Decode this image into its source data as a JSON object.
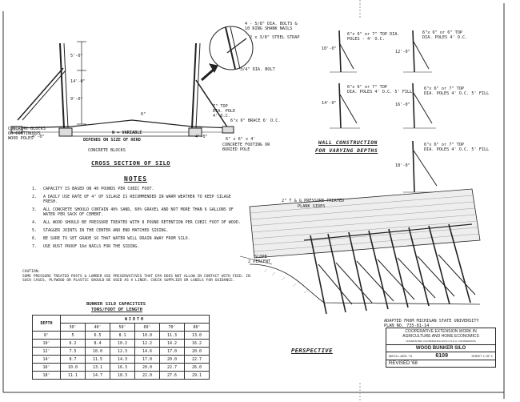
{
  "cross_section": {
    "title": "CROSS SECTION OF SILO",
    "dim_top": "5'-0\"",
    "dim_mid": "14'-0\"",
    "dim_low": "9'-0\"",
    "dim_base_left": "4'-0\"",
    "dim_base_right": "4'-0\"",
    "dim_slope": "6\"",
    "width_label": "W = VARIABLE",
    "depends_label": "DEPENDS ON SIZE OF HERD",
    "concrete_left": "CONCRETE BLOCKS",
    "concrete_left2": "OR CONTINUOUS",
    "concrete_left3": "WOOD POLES",
    "concrete_blocks": "CONCRETE BLOCKS",
    "detail_bolts": "4 - 5/8\" DIA. BOLTS &",
    "detail_nails": "10 RING SHANK NAILS",
    "detail_strap": "2 x 3/8\" STEEL STRAP",
    "detail_bolt": "3/4\" DIA. BOLT",
    "top_pole": "7\" TOP",
    "dia_pole": "DIA. POLE",
    "pole_oc": "4' O.C.",
    "brace": "6\"x 6\" BRACE 6' O.C.",
    "stake": "6\" x 6\" x 4'",
    "footing": "CONCRETE FOOTING OR",
    "buried": "BURIED POLE"
  },
  "wall_construction": {
    "title_line1": "WALL CONSTRUCTION",
    "title_line2": "FOR VARYING DEPTHS",
    "items": [
      {
        "depth": "10'-0\"",
        "spec": "6\"x 6\" or 7\" TOP DIA.",
        "spec2": "POLES - 4' O.C."
      },
      {
        "depth": "12'-0\"",
        "spec": "6\"x 6\" or 6\" TOP",
        "spec2": "DIA. POLES 4' O.C."
      },
      {
        "depth": "14'-0\"",
        "spec": "6\"x 6\" or 7\" TOP",
        "spec2": "DIA. POLES 4' O.C. 5' FILL"
      },
      {
        "depth": "16'-0\"",
        "spec": "6\"x 6\" or 7\" TOP",
        "spec2": "DIA. POLES 4' O.C. 5' FILL"
      },
      {
        "depth": "18'-0\"",
        "spec": "6\"x 6\" or 7\" TOP",
        "spec2": "DIA. POLES 4' O.C. 5' FILL"
      }
    ]
  },
  "notes": {
    "heading": "NOTES",
    "items": [
      {
        "num": "1.",
        "text": "CAPACITY IS BASED ON 40 POUNDS PER CUBIC FOOT."
      },
      {
        "num": "2.",
        "text": "A DAILY USE RATE OF 4\" OF SILAGE IS RECOMMENDED IN WARM WEATHER TO KEEP SILAGE FRESH."
      },
      {
        "num": "3.",
        "text": "ALL CONCRETE SHOULD CONTAIN 40% SAND, 60% GRAVEL AND NOT MORE THAN 6 GALLONS OF WATER PER SACK OF CEMENT."
      },
      {
        "num": "4.",
        "text": "ALL WOOD SHOULD BE PRESSURE TREATED WITH 8 POUND RETENTION PER CUBIC FOOT OF WOOD."
      },
      {
        "num": "5.",
        "text": "STAGGER JOINTS IN THE CENTER AND END MATCHED SIDING."
      },
      {
        "num": "6.",
        "text": "BE SURE TO SET GRADE SO THAT WATER WILL DRAIN AWAY FROM SILO."
      },
      {
        "num": "7.",
        "text": "USE RUST PROOF 16d NAILS FOR THE SIDING."
      }
    ]
  },
  "caution": {
    "heading": "CAUTION:",
    "text": "SOME PRESSURE TREATED POSTS & LUMBER USE PRESERVATIVES THAT EPA DOES NOT ALLOW IN CONTACT WITH FEED. IN SUCH CASES, PLYWOOD OR PLASTIC SHOULD BE USED AS A LINER. CHECK SUPPLIER OR LABELS FOR GUIDANCE."
  },
  "capacity_table": {
    "title": "BUNKER SILO CAPACITIES",
    "subtitle": "TONS/FOOT OF LENGTH",
    "depth_header": "DEPTH",
    "width_header": "WIDTH",
    "width_cols": [
      "30'",
      "40'",
      "50'",
      "60'",
      "70'",
      "80'"
    ],
    "rows": [
      {
        "depth": "8'",
        "vals": [
          "5",
          "6.5",
          "8.1",
          "10.0",
          "11.3",
          "13.0"
        ]
      },
      {
        "depth": "10'",
        "vals": [
          "6.2",
          "8.4",
          "10.2",
          "12.2",
          "14.2",
          "16.2"
        ]
      },
      {
        "depth": "12'",
        "vals": [
          "7.5",
          "10.0",
          "12.3",
          "14.6",
          "17.0",
          "20.0"
        ]
      },
      {
        "depth": "14'",
        "vals": [
          "8.7",
          "11.5",
          "14.3",
          "17.0",
          "20.0",
          "22.7"
        ]
      },
      {
        "depth": "16'",
        "vals": [
          "10.0",
          "13.1",
          "16.3",
          "20.0",
          "22.7",
          "26.0"
        ]
      },
      {
        "depth": "18'",
        "vals": [
          "11.1",
          "14.7",
          "18.3",
          "22.0",
          "27.6",
          "29.1"
        ]
      }
    ]
  },
  "perspective": {
    "title": "PERSPECTIVE",
    "siding_label": "2\" T & G PRESSURE TREATED",
    "siding_label2": "PLANK SIDES",
    "slope_label": "SLOPE",
    "slope_pct": "2 PERCENT",
    "adapted": "ADAPTED FROM MICHIGAN STATE UNIVERSITY",
    "plan_no": "PLAN NO. 735-01-14"
  },
  "title_block": {
    "line1": "COOPERATIVE EXTENSION WORK IN",
    "line2": "AGRICULTURE AND HOME ECONOMICS",
    "line3": "UNIVERSITIES COOPERATING WITH U.S.D.A. COOPERATING",
    "name": "WOOD BUNKER SILO",
    "drawn": "MECH.-ARK. \"N",
    "plan_number": "6109",
    "sheet": "SHEET 1 OF 1",
    "revised": "REVISED '68"
  }
}
